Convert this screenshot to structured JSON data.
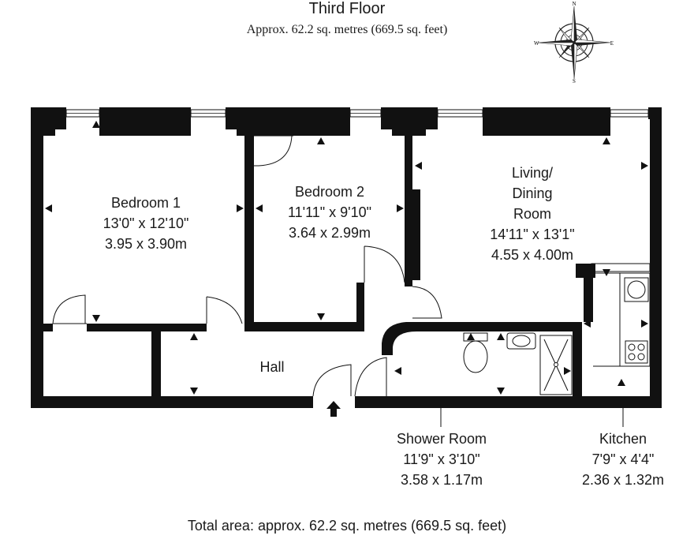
{
  "header": {
    "title": "Third Floor",
    "subtitle": "Approx. 62.2 sq. metres (669.5 sq. feet)"
  },
  "compass": {
    "n": "N",
    "s": "S",
    "e": "E",
    "w": "W"
  },
  "rooms": {
    "bedroom1": {
      "name": "Bedroom 1",
      "imperial": "13'0\" x 12'10\"",
      "metric": "3.95 x 3.90m"
    },
    "bedroom2": {
      "name": "Bedroom 2",
      "imperial": "11'11\" x 9'10\"",
      "metric": "3.64 x 2.99m"
    },
    "living": {
      "name_line1": "Living/",
      "name_line2": "Dining",
      "name_line3": "Room",
      "imperial": "14'11\" x 13'1\"",
      "metric": "4.55 x 4.00m"
    },
    "hall": {
      "name": "Hall"
    },
    "shower": {
      "name": "Shower Room",
      "imperial": "11'9\" x 3'10\"",
      "metric": "3.58 x 1.17m"
    },
    "kitchen": {
      "name": "Kitchen",
      "imperial": "7'9\" x 4'4\"",
      "metric": "2.36 x 1.32m"
    }
  },
  "footer": {
    "total_area": "Total area: approx. 62.2 sq. metres (669.5 sq. feet)"
  }
}
